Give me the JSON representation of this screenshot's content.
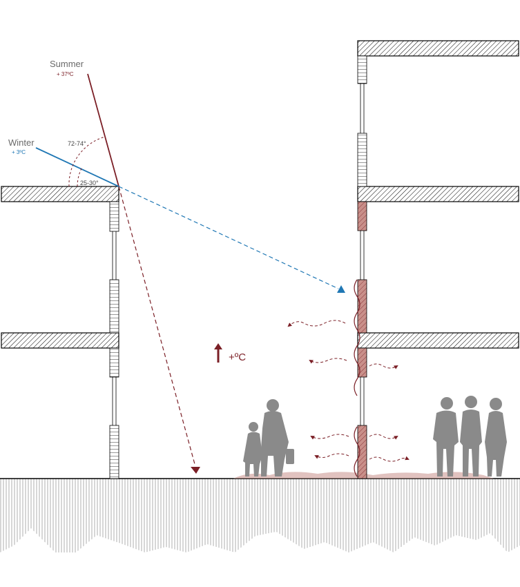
{
  "labels": {
    "summer": "Summer",
    "summer_temp": "+ 37ºC",
    "winter": "Winter",
    "winter_temp": "+ 3ºC",
    "summer_angle": "72-74°",
    "winter_angle": "25-30°",
    "temp_rise": "+ºC"
  },
  "colors": {
    "summer": "#7b1f26",
    "winter": "#1f77b4",
    "structure": "#000000",
    "heat_wall": "#c9908a",
    "people": "#8a8a8a"
  }
}
